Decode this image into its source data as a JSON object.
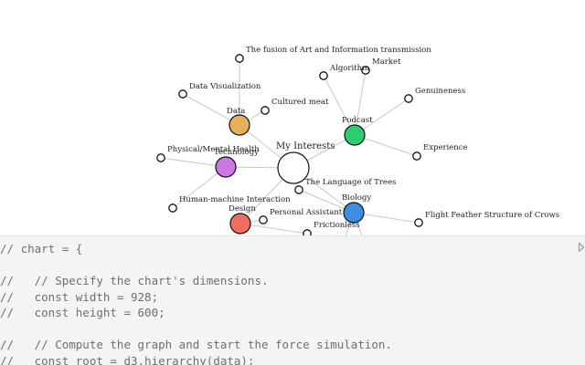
{
  "graph": {
    "nodes": [
      {
        "id": "root",
        "label": "My Interests",
        "kind": "root",
        "color": "#ffffff",
        "parent": null
      },
      {
        "id": "data",
        "label": "Data",
        "kind": "hub",
        "color": "#e8b05a",
        "parent": "root"
      },
      {
        "id": "podcast",
        "label": "Podcast",
        "kind": "hub",
        "color": "#2ecc71",
        "parent": "root"
      },
      {
        "id": "technology",
        "label": "Technology",
        "kind": "hub",
        "color": "#c978e6",
        "parent": "root"
      },
      {
        "id": "biology",
        "label": "Biology",
        "kind": "hub",
        "color": "#3b8ee0",
        "parent": "root"
      },
      {
        "id": "design",
        "label": "Design",
        "kind": "hub",
        "color": "#f07060",
        "parent": "root"
      },
      {
        "id": "fusion",
        "label": "The fusion of Art and Information transmission",
        "kind": "leaf",
        "color": "#ffffff",
        "parent": "data"
      },
      {
        "id": "dataviz",
        "label": "Data Visualization",
        "kind": "leaf",
        "color": "#ffffff",
        "parent": "data"
      },
      {
        "id": "cultured",
        "label": "Cultured meat",
        "kind": "leaf",
        "color": "#ffffff",
        "parent": "data"
      },
      {
        "id": "algorithm",
        "label": "Algorithm",
        "kind": "leaf",
        "color": "#ffffff",
        "parent": "podcast"
      },
      {
        "id": "market",
        "label": "Market",
        "kind": "leaf",
        "color": "#ffffff",
        "parent": "podcast"
      },
      {
        "id": "genuineness",
        "label": "Genuineness",
        "kind": "leaf",
        "color": "#ffffff",
        "parent": "podcast"
      },
      {
        "id": "experience",
        "label": "Experience",
        "kind": "leaf",
        "color": "#ffffff",
        "parent": "podcast"
      },
      {
        "id": "physical",
        "label": "Physical/Mental Health",
        "kind": "leaf",
        "color": "#ffffff",
        "parent": "technology"
      },
      {
        "id": "hmi",
        "label": "Human-machine Interaction",
        "kind": "leaf",
        "color": "#ffffff",
        "parent": "technology"
      },
      {
        "id": "trees",
        "label": "The Language of Trees",
        "kind": "leaf",
        "color": "#ffffff",
        "parent": "biology"
      },
      {
        "id": "feather",
        "label": "Flight Feather Structure of Crows",
        "kind": "leaf",
        "color": "#ffffff",
        "parent": "biology"
      },
      {
        "id": "assistant",
        "label": "Personal Assistant",
        "kind": "leaf",
        "color": "#ffffff",
        "parent": "design"
      },
      {
        "id": "frictionless",
        "label": "Frictionless",
        "kind": "leaf",
        "color": "#ffffff",
        "parent": "design"
      }
    ]
  },
  "code": {
    "lines": [
      "// chart = {",
      "",
      "//   // Specify the chart's dimensions.",
      "//   const width = 928;",
      "//   const height = 600;",
      "",
      "//   // Compute the graph and start the force simulation.",
      "//   const root = d3.hierarchy(data);"
    ]
  },
  "colors": {
    "code_background": "#f4f4f4",
    "code_text": "#6f6f6f",
    "link": "#c8c8c8"
  }
}
